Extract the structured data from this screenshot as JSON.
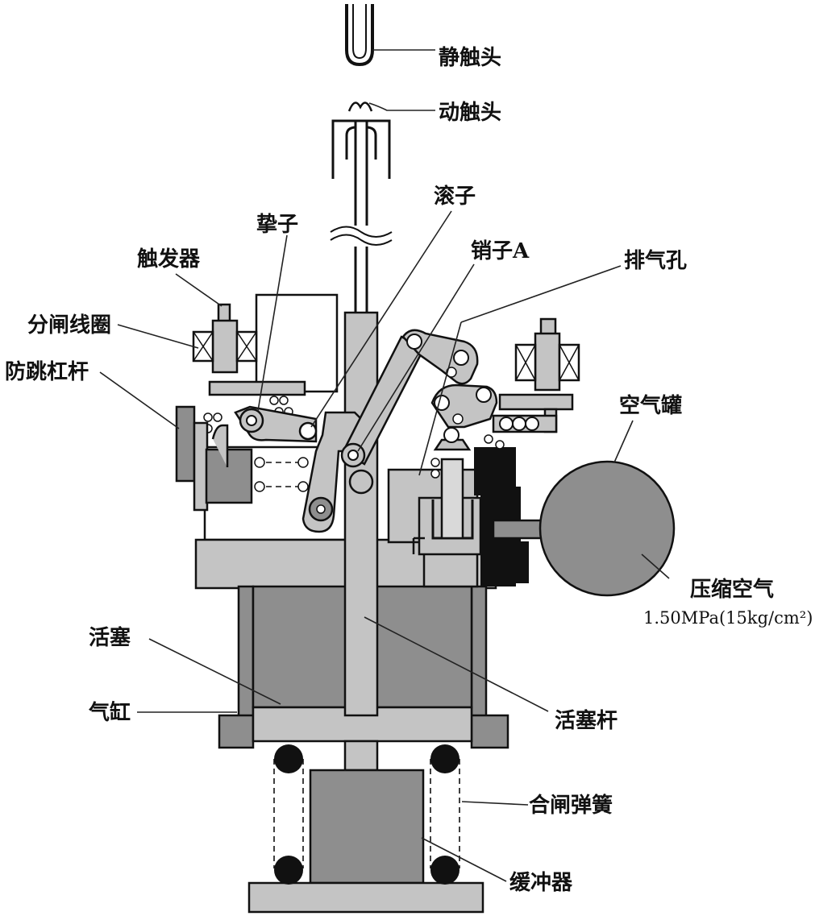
{
  "labels": {
    "static_contact": "静触头",
    "moving_contact": "动触头",
    "roller": "滚子",
    "pawl": "挚子",
    "trigger": "触发器",
    "pin_a": "销子A",
    "exhaust_hole": "排气孔",
    "trip_coil": "分闸线圈",
    "anti_pump_lever": "防跳杠杆",
    "air_tank": "空气罐",
    "compressed_air": "压缩空气",
    "compressed_air_value": "1.50MPa(15kg/cm²)",
    "piston": "活塞",
    "cylinder": "气缸",
    "piston_rod": "活塞杆",
    "closing_spring": "合闸弹簧",
    "buffer": "缓冲器"
  }
}
